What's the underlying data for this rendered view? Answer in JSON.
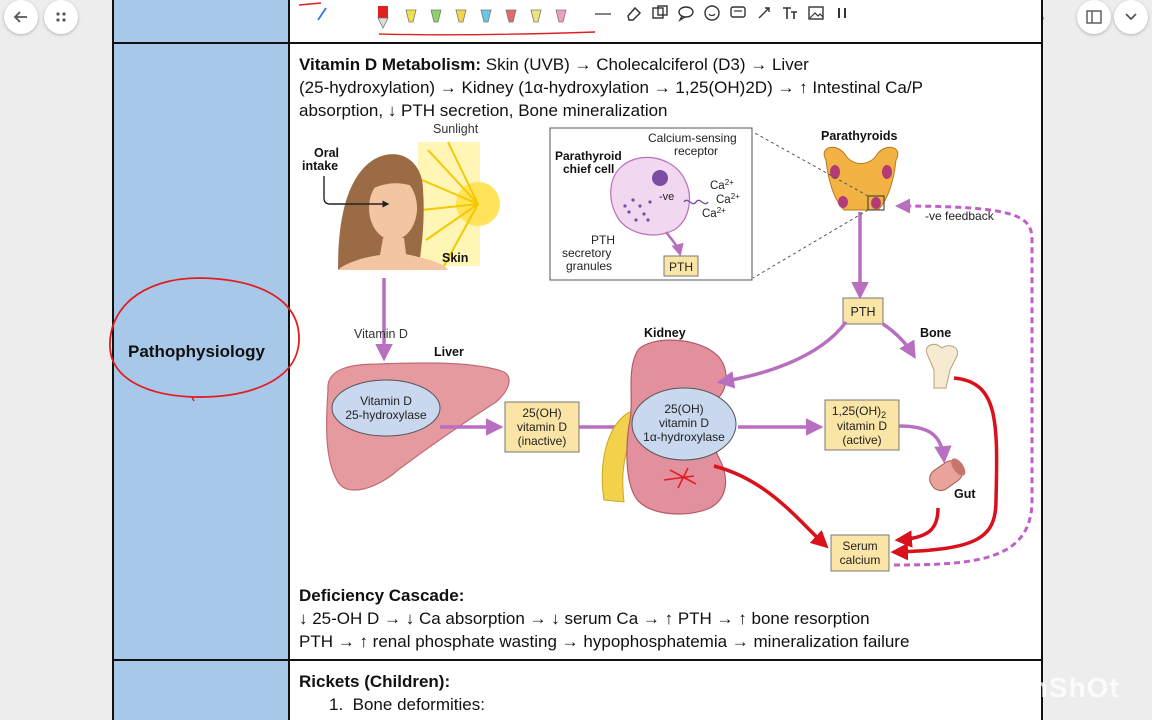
{
  "nav": {
    "back_icon": "arrow-left-icon",
    "apps_icon": "grid-icon"
  },
  "toolbar": {
    "icons": [
      "pen-icon",
      "marker-red-icon",
      "highlighter-yellow-icon",
      "highlighter-green-icon",
      "highlighter-blue-icon",
      "eraser-icon",
      "lasso-icon",
      "comment-icon",
      "sticker-icon",
      "shape-icon",
      "text-icon",
      "image-icon",
      "pause-icon"
    ],
    "right_icons": [
      "mic-icon",
      "layout-icon",
      "chevron-down-icon"
    ]
  },
  "table": {
    "pathophysiology_label": "Pathophysiology",
    "metabolism_heading": "Vitamin D Metabolism:",
    "metabolism_line1": "Skin (UVB) → Cholecalciferol (D3) → Liver",
    "metabolism_line2": "(25-hydroxylation) → Kidney (1α-hydroxylation → 1,25(OH)2D) → ↑ Intestinal Ca/P",
    "metabolism_line3": "absorption, ↓ PTH secretion, Bone mineralization",
    "cascade_heading": "Deficiency Cascade:",
    "cascade_line1": "↓ 25-OH D → ↓ Ca absorption → ↓ serum Ca → ↑ PTH → ↑ bone resorption",
    "cascade_line2": "PTH → ↑ renal phosphate wasting → hypophosphatemia → mineralization failure",
    "rickets_heading": "Rickets (Children):",
    "rickets_item1_number": "1.",
    "rickets_item1": "Bone deformities:"
  },
  "diagram": {
    "sunlight": "Sunlight",
    "oral_intake_1": "Oral",
    "oral_intake_2": "intake",
    "skin": "Skin",
    "vitamin_d": "Vitamin D",
    "liver": "Liver",
    "liver_enzyme_1": "Vitamin D",
    "liver_enzyme_2": "25-hydroxylase",
    "box_25oh_1": "25(OH)",
    "box_25oh_2": "vitamin D",
    "box_25oh_3": "(inactive)",
    "kidney": "Kidney",
    "kidney_enzyme_1": "25(OH)",
    "kidney_enzyme_2": "vitamin D",
    "kidney_enzyme_3": "1α-hydroxylase",
    "box_active_1": "1,25(OH)",
    "box_active_sub": "2",
    "box_active_2": "vitamin D",
    "box_active_3": "(active)",
    "gut": "Gut",
    "serum_1": "Serum",
    "serum_2": "calcium",
    "bone": "Bone",
    "pth": "PTH",
    "parathyroids": "Parathyroids",
    "feedback": "-ve feedback",
    "chief_cell_1": "Parathyroid",
    "chief_cell_2": "chief cell",
    "csr_1": "Calcium-sensing",
    "csr_2": "receptor",
    "neg_ve": "-ve",
    "ca_label": "Ca",
    "ca_charge": "2+",
    "granules_1": "PTH",
    "granules_2": "secretory",
    "granules_3": "granules",
    "inset_pth": "PTH"
  },
  "watermark": "InShOt",
  "colors": {
    "left_column": "#a8c8ea",
    "annotation_red": "#e02020",
    "arrow_purple": "#b86fc0",
    "arrow_red": "#d9111c",
    "box_fill": "#fbe5a6",
    "liver": "#e59aa0",
    "kidney": "#e3909e",
    "enzyme_ellipse": "#c9d7ef"
  }
}
